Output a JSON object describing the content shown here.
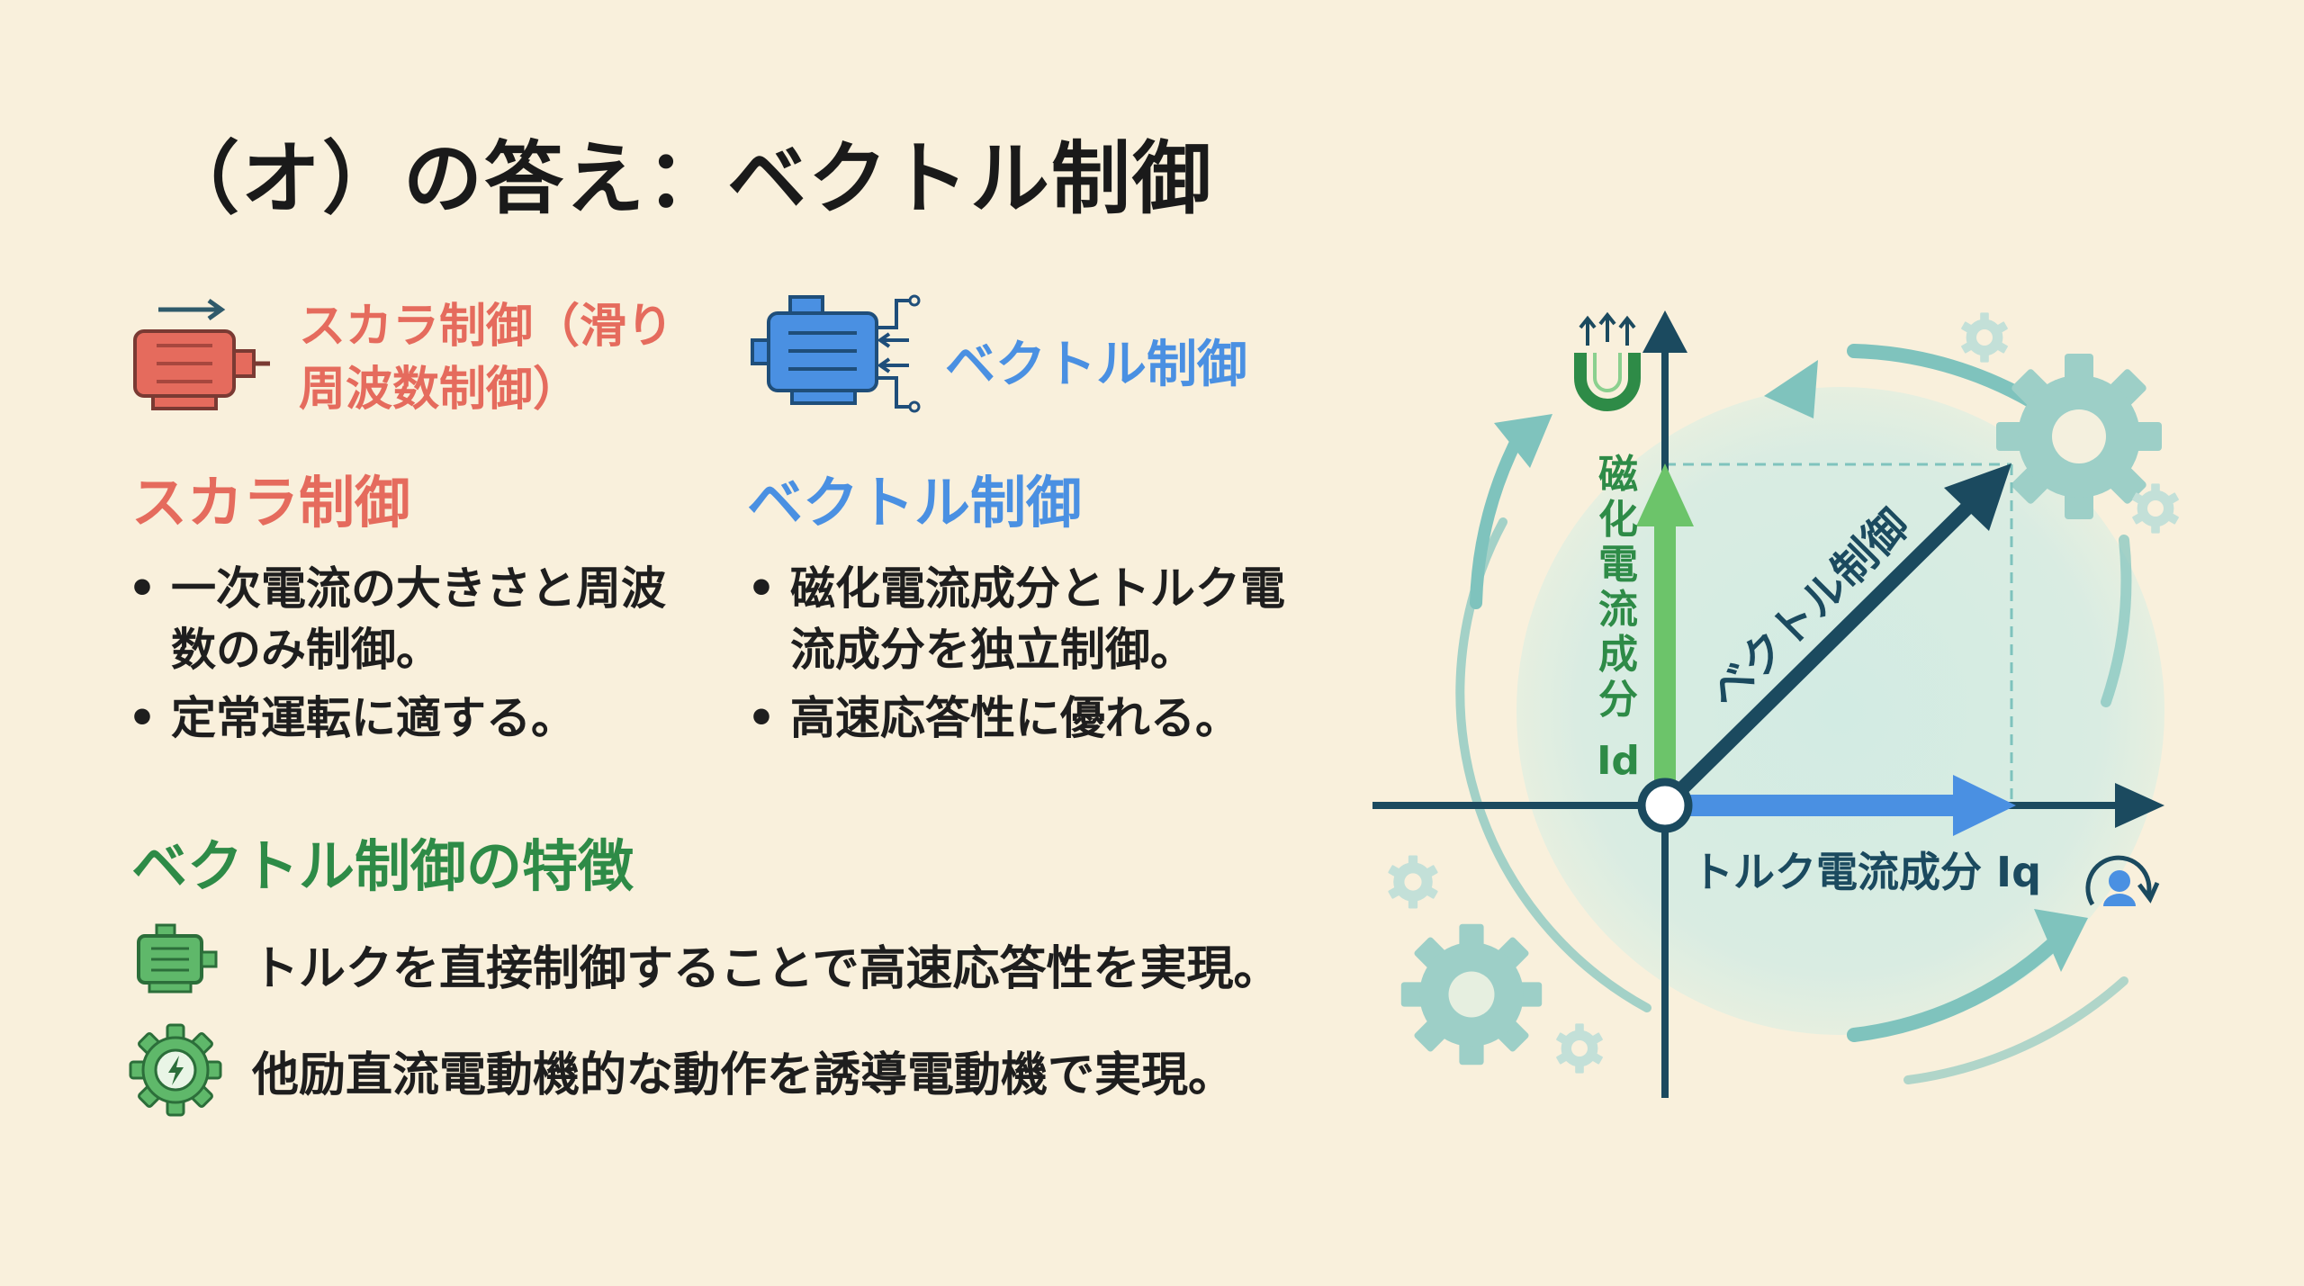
{
  "title": "（オ）の答え：ベクトル制御",
  "legend": {
    "scalar_label_line1": "スカラ制御（滑り",
    "scalar_label_line2": "周波数制御）",
    "vector_label": "ベクトル制御"
  },
  "scalar": {
    "heading": "スカラ制御",
    "bullets": [
      "一次電流の大きさと周波数のみ制御。",
      "定常運転に適する。"
    ]
  },
  "vector": {
    "heading": "ベクトル制御",
    "bullets": [
      "磁化電流成分とトルク電流成分を独立制御。",
      "高速応答性に優れる。"
    ]
  },
  "features": {
    "heading": "ベクトル制御の特徴",
    "items": [
      {
        "text": "トルクを直接制御することで高速応答性を実現。",
        "icon": "motor-icon"
      },
      {
        "text": "他励直流電動機的な動作を誘導電動機で実現。",
        "icon": "gear-bolt-icon"
      }
    ]
  },
  "diagram": {
    "d_axis_chars": [
      "磁",
      "化",
      "電",
      "流",
      "成",
      "分"
    ],
    "d_axis_symbol": "Id",
    "q_axis_label": "トルク電流成分 Iq",
    "vector_label": "ベクトル制御",
    "colors": {
      "axis": "#1b4a5f",
      "d_arrow": "#6cc46a",
      "q_arrow": "#4a90e2",
      "teal": "#7fc3bd"
    }
  }
}
